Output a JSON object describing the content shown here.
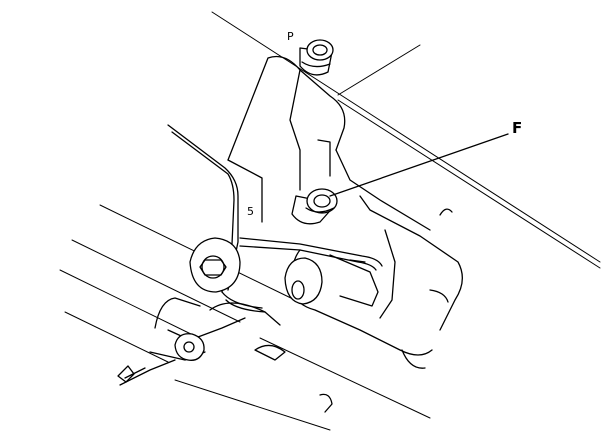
{
  "labels": {
    "callout": "F",
    "part_top": "P",
    "part_mid": "5"
  },
  "colors": {
    "line": "#000000",
    "background": "#ffffff"
  }
}
